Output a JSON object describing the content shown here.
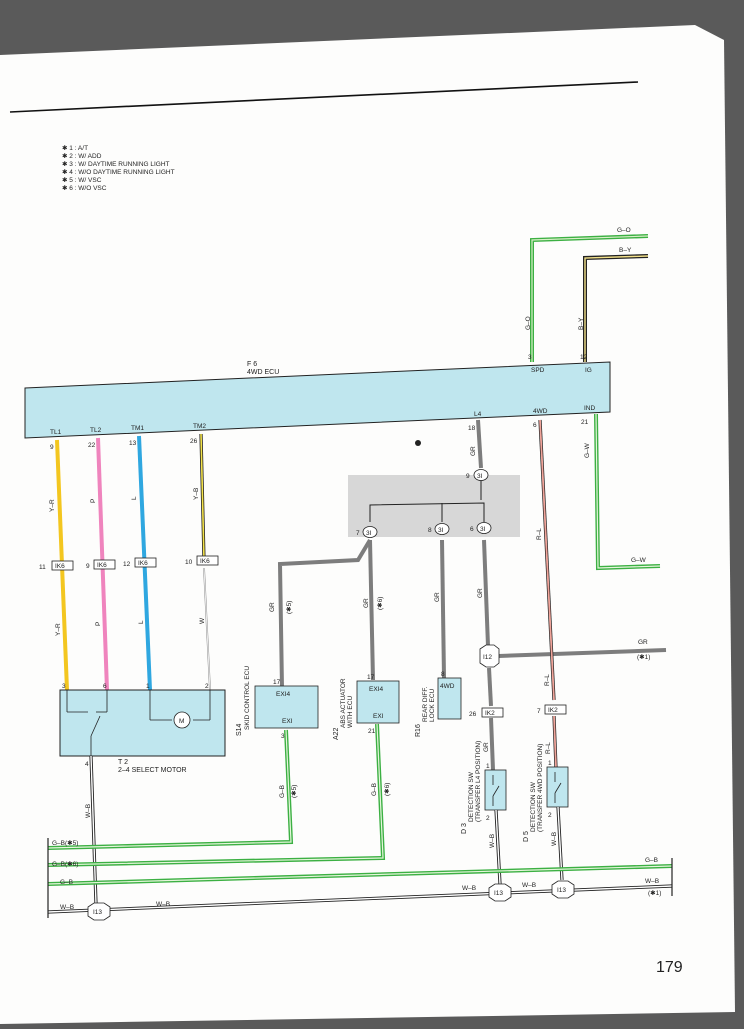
{
  "legend": [
    "✱ 1 : A/T",
    "✱ 2 : W/ ADD",
    "✱ 3 : W/ DAYTIME RUNNING LIGHT",
    "✱ 4 : W/O DAYTIME RUNNING LIGHT",
    "✱ 5 : W/ VSC",
    "✱ 6 : W/O VSC"
  ],
  "ecu": {
    "code": "F 6",
    "name": "4WD ECU",
    "pins_top": {
      "spd": "SPD",
      "ig": "IG",
      "spd_no": "3",
      "ig_no": "12"
    },
    "pins_bottom": {
      "tl1": "TL1",
      "tl2": "TL2",
      "tm1": "TM1",
      "tm2": "TM2",
      "l4": "L4",
      "fwd": "4WD",
      "ind": "IND",
      "tl1_no": "9",
      "tl2_no": "22",
      "tm1_no": "13",
      "tm2_no": "26",
      "l4_no": "18",
      "fwd_no": "6",
      "ind_no": "21"
    }
  },
  "wires": {
    "go": "G–O",
    "by": "B–Y",
    "go_v": "G–O",
    "by_v": "B–Y",
    "gw_v": "G–W",
    "gw": "G–W",
    "yr1": "Y–R",
    "p1": "P",
    "l1": "L",
    "yb": "Y–B",
    "yr2": "Y–R",
    "p2": "P",
    "l2": "L",
    "w": "W",
    "gr_l4": "GR",
    "gr5": "GR",
    "gr5_note": "(✱5)",
    "gr6": "GR",
    "gr6_note": "(✱6)",
    "gr8": "GR",
    "gr_l4b": "GR",
    "gr_right": "GR",
    "gr_right_note": "(✱1)",
    "rl1": "R–L",
    "rl2": "R–L",
    "gb5": "G–B",
    "gb5_note": "(✱5)",
    "gb6": "G–B",
    "gb6_note": "(✱6)",
    "wb_motor": "W–B",
    "gr_d3": "GR",
    "wb_d3": "W–B",
    "rl_d5": "R–L",
    "wb_d5": "W–B"
  },
  "buses": {
    "gb5": "G–B(✱5)",
    "gb6": "G–B(✱6)",
    "gb": "G–B",
    "wb": "W–B",
    "gb_right": "G–B",
    "wb_right": "W–B",
    "wb_right_note": "(✱1)",
    "wb_mid1": "W–B",
    "wb_mid2": "W–B",
    "wb_mid3": "W–B"
  },
  "connectors": {
    "ik6_tl1": "IK6",
    "ik6_tl1_no": "11",
    "ik6_tl2": "IK6",
    "ik6_tl2_no": "9",
    "ik6_tm1": "IK6",
    "ik6_tm1_no": "12",
    "ik6_tm2": "IK6",
    "ik6_tm2_no": "10",
    "ik2_a": "IK2",
    "ik2_a_no": "26",
    "ik2_b": "IK2",
    "ik2_b_no": "7",
    "j_top": "3I",
    "j_top_no": "9",
    "j1": "3I",
    "j1_no": "7",
    "j2": "3I",
    "j2_no": "8",
    "j3": "3I",
    "j3_no": "6",
    "i12": "I12",
    "i13_a": "I13",
    "i13_b": "I13",
    "i13_c": "I13"
  },
  "components": {
    "motor": {
      "code": "T 2",
      "name": "2–4 SELECT MOTOR",
      "m": "M",
      "pin3": "3",
      "pin6": "6",
      "pin1": "1",
      "pin2": "2",
      "pin4": "4"
    },
    "skid": {
      "code": "S14",
      "name": "SKID CONTROL ECU",
      "t1": "EXI4",
      "t2": "EXI",
      "pin_top": "17",
      "pin_bot": "3"
    },
    "abs": {
      "code": "A22",
      "name1": "ABS ACTUATOR",
      "name2": "WITH ECU",
      "t1": "EXI4",
      "t2": "EXI",
      "pin_top": "17",
      "pin_bot": "21"
    },
    "rear": {
      "code": "R16",
      "name1": "REAR DIFF.",
      "name2": "LOCK ECU",
      "t1": "4WD",
      "pin_top": "8"
    },
    "d3": {
      "code": "D 3",
      "name1": "DETECTION SW",
      "name2": "(TRANSFER L4 POSITION)",
      "pin1": "1",
      "pin2": "2"
    },
    "d5": {
      "code": "D 5",
      "name1": "DETECTION SW",
      "name2": "(TRANSFER 4WD POSITION)",
      "pin1": "1",
      "pin2": "2"
    }
  },
  "page_number": "179"
}
